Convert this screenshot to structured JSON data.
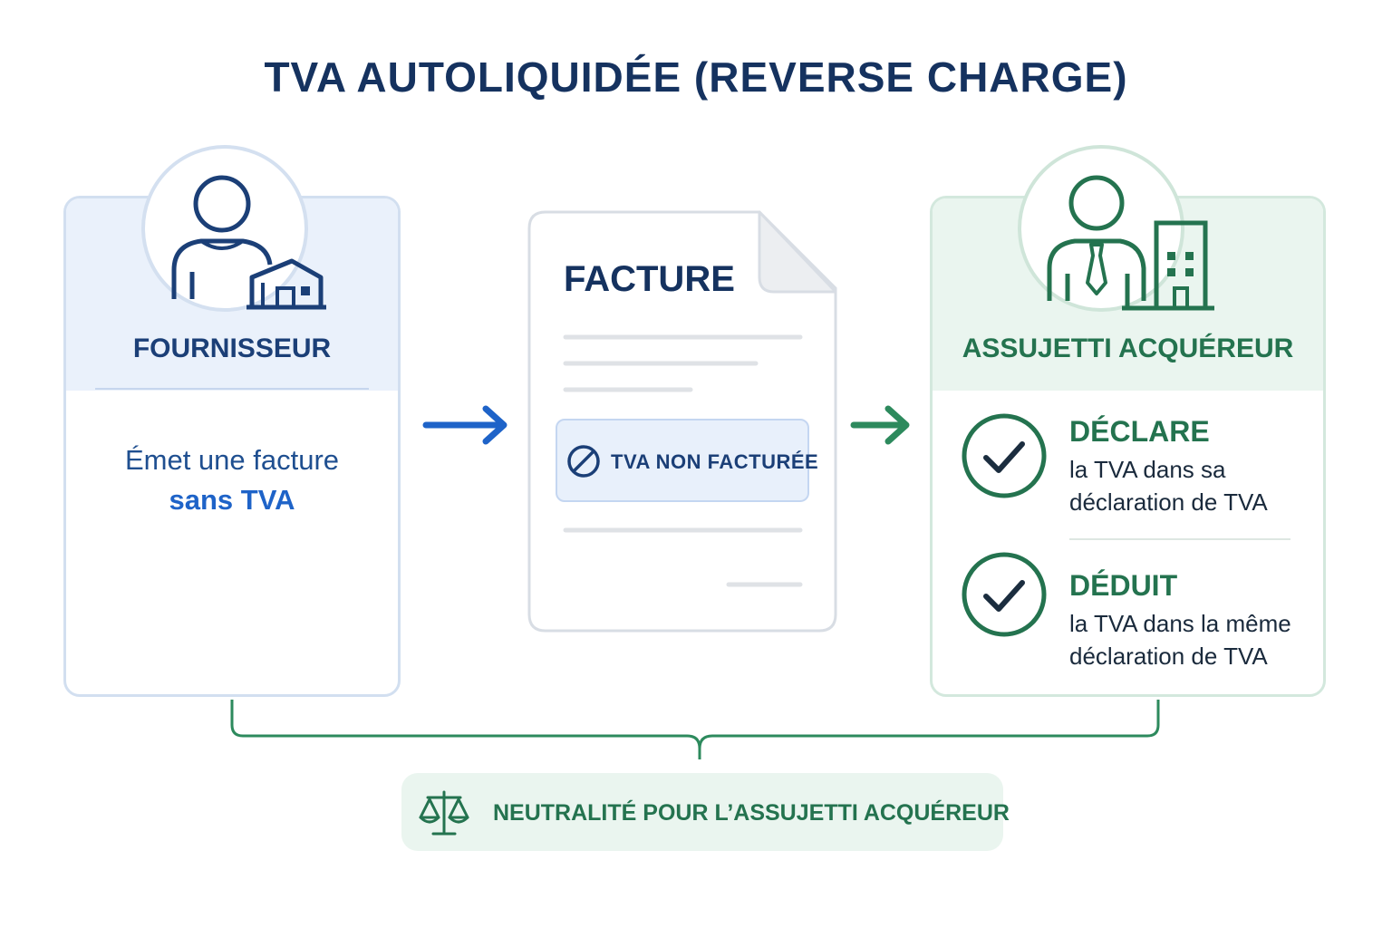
{
  "title": "TVA AUTOLIQUIDÉE (REVERSE CHARGE)",
  "supplier": {
    "label": "FOURNISSEUR",
    "description_line1": "Émet une facture",
    "description_line2": "sans TVA"
  },
  "invoice": {
    "title": "FACTURE",
    "badge": "TVA NON FACTURÉE"
  },
  "buyer": {
    "label": "ASSUJETTI ACQUÉREUR",
    "items": [
      {
        "title": "DÉCLARE",
        "line1": "la TVA dans sa",
        "line2": "déclaration de TVA"
      },
      {
        "title": "DÉDUIT",
        "line1": "la TVA dans la même",
        "line2": "déclaration de TVA"
      }
    ]
  },
  "conclusion": "NEUTRALITÉ POUR L’ASSUJETTI ACQUÉREUR",
  "colors": {
    "navy": "#15325f",
    "blue": "#1e63c8",
    "green": "#24734f",
    "light_blue": "#eaf1fb",
    "light_green": "#eaf5ef"
  },
  "icons": [
    "person-icon",
    "house-icon",
    "businessman-icon",
    "building-icon",
    "no-entry-icon",
    "check-icon",
    "scales-icon",
    "arrow-right-icon"
  ]
}
